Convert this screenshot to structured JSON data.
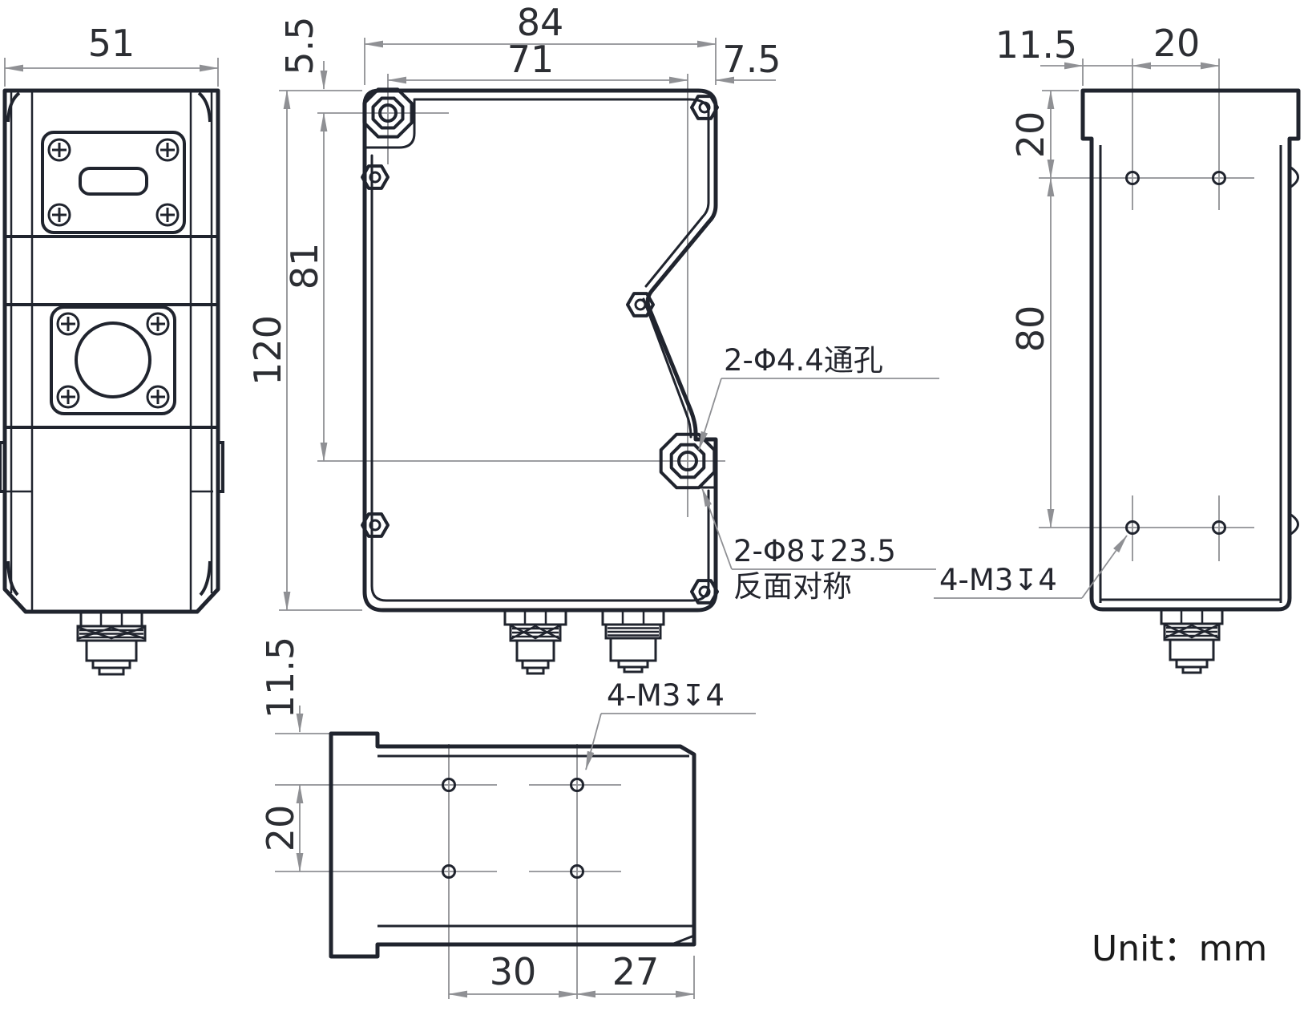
{
  "drawing": {
    "unit_label": "Unit：mm",
    "front_view": {
      "dim_width": "51"
    },
    "side_view": {
      "dim_overall_width": "84",
      "dim_hole_spacing_h": "71",
      "dim_hole_to_right_edge": "7.5",
      "dim_hole_to_top_edge": "5.5",
      "dim_hole_spacing_v": "81",
      "dim_overall_height": "120",
      "note_through_holes": "2-Φ4.4通孔",
      "note_counterbore": "2-Φ8↧23.5",
      "note_counterbore_line2": "反面对称"
    },
    "back_view": {
      "dim_edge_to_hole": "11.5",
      "dim_hole_spacing_h": "20",
      "dim_top_to_hole": "20",
      "dim_hole_spacing_v": "80",
      "note_threaded_holes": "4-M3↧4"
    },
    "bottom_view": {
      "dim_edge_to_hole": "11.5",
      "dim_hole_spacing_v": "20",
      "dim_hole_spacing_h": "30",
      "dim_hole_to_edge": "27",
      "note_threaded_holes": "4-M3↧4"
    },
    "colors": {
      "line": "#20242e",
      "dim_line": "#8f9094",
      "text": "#2c2e33",
      "background": "#ffffff"
    }
  }
}
